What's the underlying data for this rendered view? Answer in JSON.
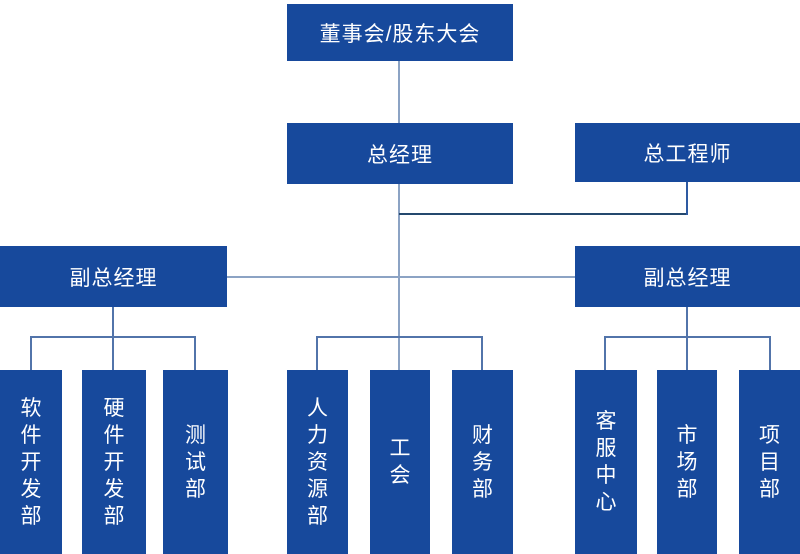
{
  "diagram": {
    "type": "organization-chart",
    "colors": {
      "node_fill": "#17499c",
      "node_text": "#ffffff",
      "connector_light": "#8ca3c4",
      "connector_medium": "#5274aa",
      "connector_dark": "#24486e"
    },
    "nodes": {
      "board": "董事会/股东大会",
      "general_manager": "总经理",
      "chief_engineer": "总工程师",
      "deputy_gm_left": "副总经理",
      "deputy_gm_right": "副总经理",
      "departments_left": [
        "软件开发部",
        "硬件开发部",
        "测试部"
      ],
      "departments_middle": [
        "人力资源部",
        "工会",
        "财务部"
      ],
      "departments_right": [
        "客服中心",
        "市场部",
        "项目部"
      ]
    }
  }
}
